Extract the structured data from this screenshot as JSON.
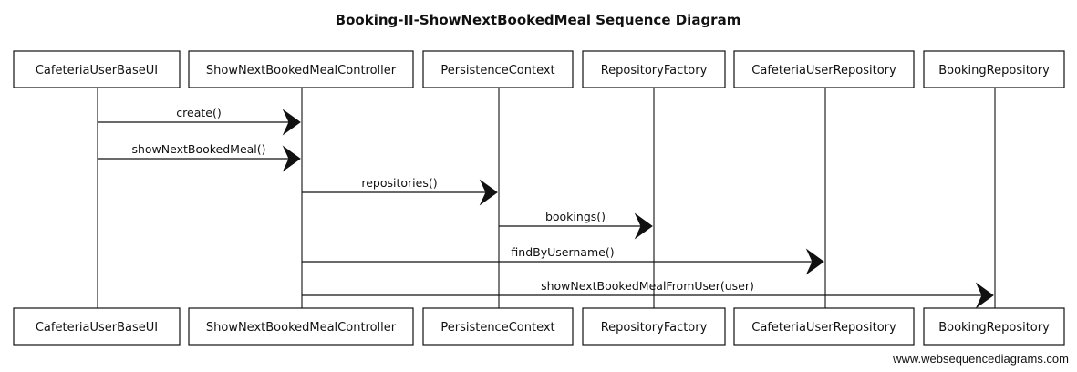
{
  "title": "Booking-II-ShowNextBookedMeal Sequence Diagram",
  "participants": [
    "CafeteriaUserBaseUI",
    "ShowNextBookedMealController",
    "PersistenceContext",
    "RepositoryFactory",
    "CafeteriaUserRepository",
    "BookingRepository"
  ],
  "messages": [
    {
      "from": 0,
      "to": 1,
      "label": "create()"
    },
    {
      "from": 0,
      "to": 1,
      "label": "showNextBookedMeal()"
    },
    {
      "from": 1,
      "to": 2,
      "label": "repositories()"
    },
    {
      "from": 2,
      "to": 3,
      "label": "bookings()"
    },
    {
      "from": 1,
      "to": 4,
      "label": "findByUsername()"
    },
    {
      "from": 1,
      "to": 5,
      "label": "showNextBookedMealFromUser(user)"
    }
  ],
  "watermark": "www.websequencediagrams.com"
}
